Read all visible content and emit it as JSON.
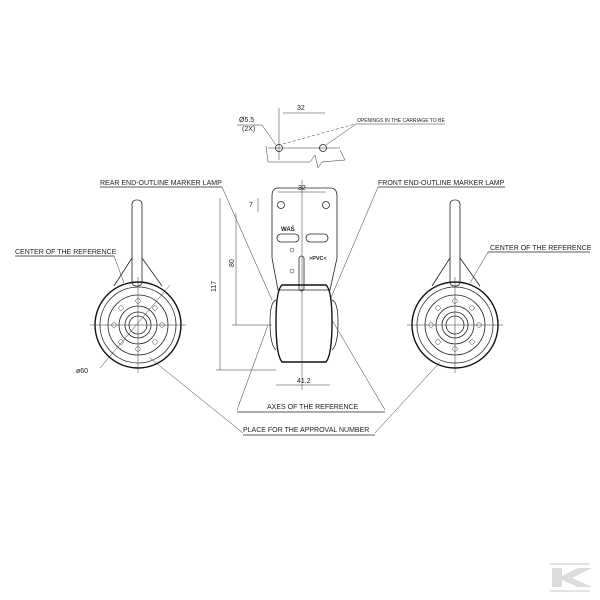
{
  "drawing": {
    "top_detail": {
      "hole_dia": "Ø5.5",
      "hole_count": "(2X)",
      "spacing": "32",
      "openings_label": "OPENINGS IN THE CARRIAGE TO BE"
    },
    "rear_label": "REAR END-OUTLINE MARKER LAMP",
    "front_label": "FRONT END-OUTLINE MARKER LAMP",
    "center_ref_left": "CENTER OF THE REFERENCE",
    "center_ref_right": "CENTER OF THE REFERENCE",
    "diameter": "ø60",
    "dim_width_top": "32",
    "dim_7": "7",
    "dim_height": "117",
    "dim_80": "80",
    "dim_width_bottom": "41.2",
    "marking_was": "WAŚ",
    "marking_pvc": ">PVC<",
    "axes_label": "AXES OF THE REFERENCE",
    "approval_label": "PLACE FOR THE APPROVAL NUMBER"
  },
  "logo": {
    "text": "K",
    "color": "#d9d9d9"
  }
}
